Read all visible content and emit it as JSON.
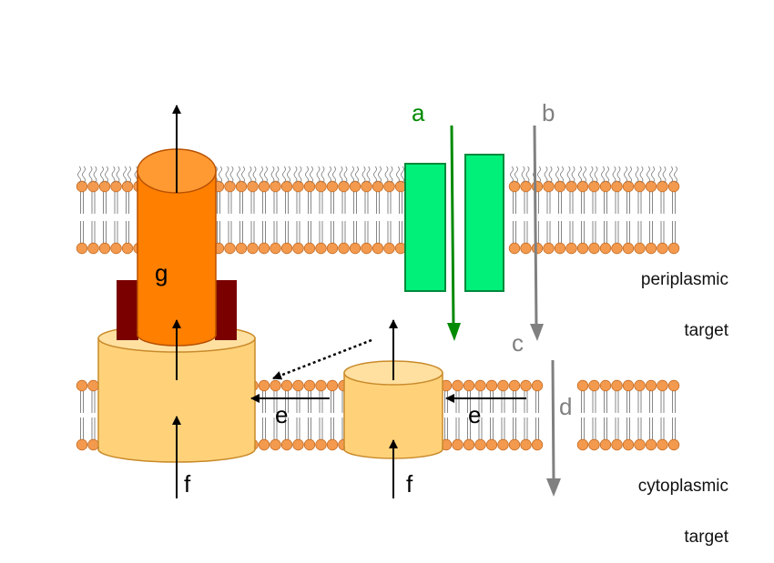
{
  "labels": {
    "a": "a",
    "b": "b",
    "c": "c",
    "d": "d",
    "e_left": "e",
    "e_right": "e",
    "f_left": "f",
    "f_right": "f",
    "g": "g"
  },
  "compartments": {
    "periplasmic": "periplasmic",
    "periplasmic_target": "target",
    "cytoplasmic": "cytoplasmic",
    "cytoplasmic_target": "target"
  },
  "colors": {
    "lipid_head": "#f39a4e",
    "lipid_head_stroke": "#c46a22",
    "lipid_tail": "#7a7a7a",
    "channel_green": "#00f07a",
    "pathway_green": "#008a00",
    "pathway_gray": "#808080",
    "orange_barrel": "#ff7f00",
    "orange_barrel_top": "#ff9a33",
    "dark_red_adaptor": "#7a0000",
    "pale_barrel": "#ffd27a",
    "pale_barrel_top": "#ffe0a0",
    "arrow_black": "#000000"
  }
}
